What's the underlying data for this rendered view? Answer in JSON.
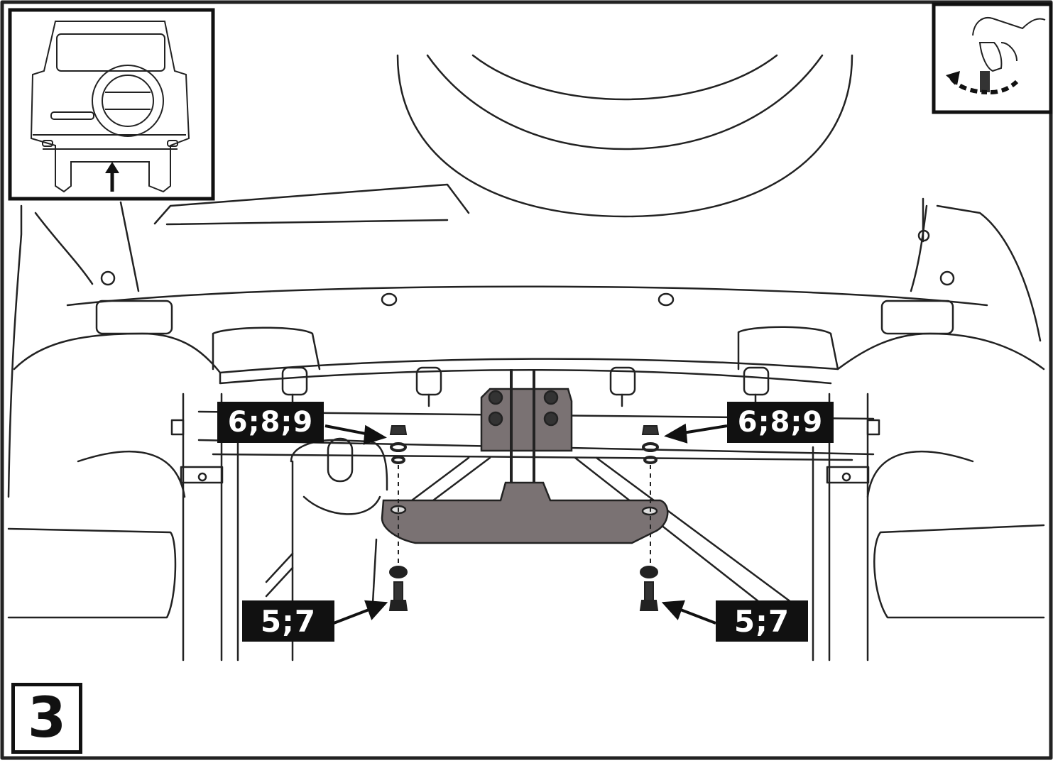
{
  "callouts": {
    "top_left": "6;8;9",
    "top_right": "6;8;9",
    "bottom_left": "5;7",
    "bottom_right": "5;7"
  },
  "step": "3",
  "icons": [
    "vehicle-rear-view-icon",
    "hand-tighten-bolt-icon"
  ]
}
